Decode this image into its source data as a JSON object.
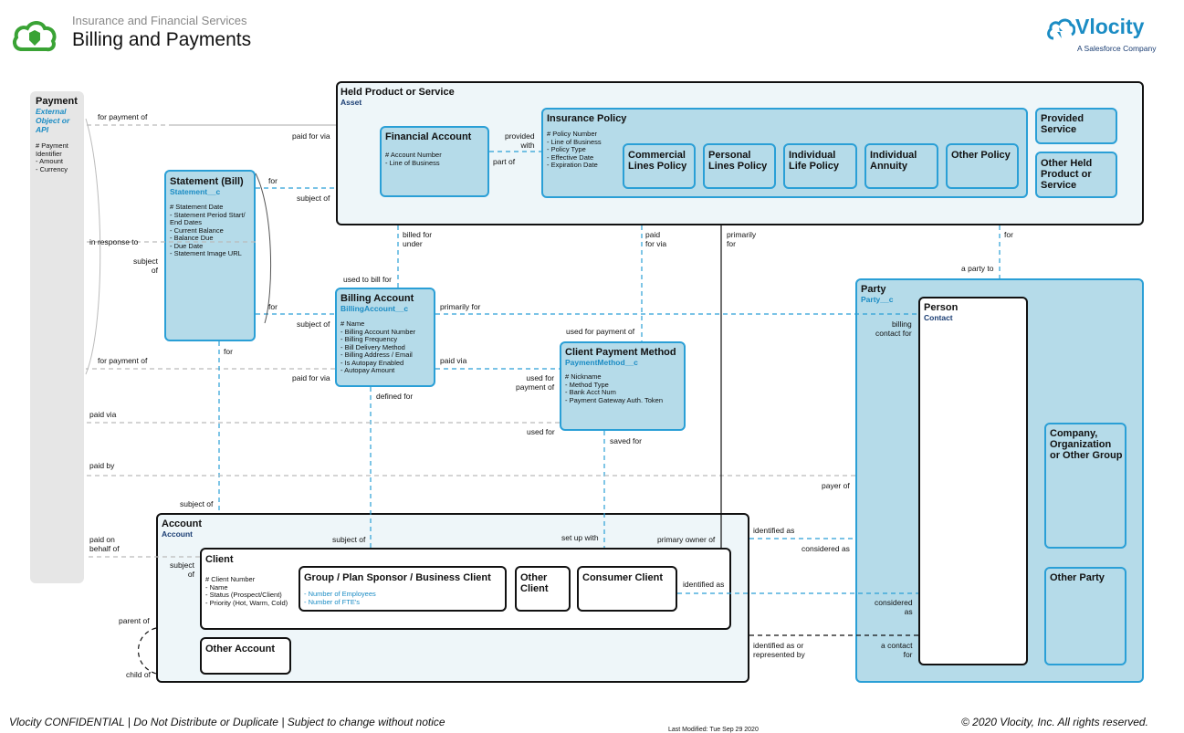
{
  "header": {
    "subtitle": "Insurance and Financial Services",
    "title": "Billing and Payments",
    "logo_text": "Vlocity",
    "logo_tagline": "A Salesforce Company"
  },
  "footer": {
    "confidential": "Vlocity CONFIDENTIAL | Do Not Distribute or Duplicate | Subject to change without notice",
    "last_modified": "Last Modified: Tue Sep 29 2020",
    "copyright": "© 2020 Vlocity, Inc. All rights reserved."
  },
  "colors": {
    "accent": "#2a9fd6",
    "fill": "#b5dbe9",
    "pale": "#eef6f9",
    "payment_bg": "#e6e6e6"
  },
  "entities": {
    "payment": {
      "title": "Payment",
      "api": "External\nObject or\nAPI",
      "fields": "# Payment\nIdentifier\n- Amount\n- Currency"
    },
    "held_product": {
      "title": "Held Product or Service",
      "api": "Asset"
    },
    "financial_account": {
      "title": "Financial Account",
      "fields": "# Account Number\n- Line of Business"
    },
    "insurance_policy": {
      "title": "Insurance Policy",
      "fields": "# Policy Number\n- Line of Business\n- Policy Type\n- Effective Date\n- Expiration Date"
    },
    "commercial_lines": {
      "title": "Commercial Lines Policy"
    },
    "personal_lines": {
      "title": "Personal Lines Policy"
    },
    "individual_life": {
      "title": "Individual Life Policy"
    },
    "individual_annuity": {
      "title": "Individual Annuity"
    },
    "other_policy": {
      "title": "Other Policy"
    },
    "provided_service": {
      "title": "Provided Service"
    },
    "other_held": {
      "title": "Other Held Product or Service"
    },
    "statement": {
      "title": "Statement (Bill)",
      "api": "Statement__c",
      "fields": "# Statement Date\n- Statement Period Start/\nEnd Dates\n- Current Balance\n- Balance Due\n- Due Date\n- Statement Image URL"
    },
    "billing_account": {
      "title": "Billing Account",
      "api": "BillingAccount__c",
      "fields": "# Name\n- Billing Account Number\n- Billing Frequency\n- Bill Delivery Method\n- Billing Address / Email\n- Is Autopay Enabled\n- Autopay Amount"
    },
    "client_payment_method": {
      "title": "Client Payment Method",
      "api": "PaymentMethod__c",
      "fields": "# Nickname\n- Method Type\n- Bank Acct Num\n- Payment Gateway Auth. Token"
    },
    "party": {
      "title": "Party",
      "api": "Party__c"
    },
    "person": {
      "title": "Person",
      "api": "Contact"
    },
    "company": {
      "title": "Company, Organization or Other Group"
    },
    "other_party": {
      "title": "Other Party"
    },
    "account": {
      "title": "Account",
      "api": "Account"
    },
    "client": {
      "title": "Client",
      "fields": "# Client Number\n- Name\n- Status (Prospect/Client)\n- Priority (Hot, Warm, Cold)"
    },
    "group_sponsor": {
      "title": "Group / Plan Sponsor / Business Client",
      "fields": "- Number of Employees\n- Number of FTE's"
    },
    "other_client": {
      "title": "Other Client"
    },
    "consumer_client": {
      "title": "Consumer Client"
    },
    "other_account": {
      "title": "Other Account"
    }
  },
  "relationships": {
    "for_payment_of_1": "for payment of",
    "paid_for_via_1": "paid for via",
    "for_1": "for",
    "subject_of_1": "subject of",
    "provided_with": "provided\nwith",
    "part_of": "part of",
    "in_response_to": "in response to",
    "subject_of_2": "subject\nof",
    "billed_for_under": "billed for\nunder",
    "paid_for_via_2": "paid\nfor via",
    "primarily_for_1": "primarily\nfor",
    "for_2": "for",
    "a_party_to": "a party to",
    "used_to_bill_for": "used to bill for",
    "for_3": "for",
    "subject_of_3": "subject of",
    "primarily_for_2": "primarily for",
    "billing_contact_for": "billing\ncontact for",
    "used_for_payment_of_1": "used for payment of",
    "for_4": "for",
    "for_payment_of_2": "for payment of",
    "paid_for_via_3": "paid for via",
    "paid_via_1": "paid via",
    "used_for_payment_of_2": "used for\npayment of",
    "defined_for": "defined for",
    "paid_via_2": "paid via",
    "used_for": "used for",
    "saved_for": "saved for",
    "paid_by": "paid by",
    "payer_of": "payer of",
    "subject_of_4": "subject of",
    "paid_on_behalf_of": "paid on\nbehalf of",
    "subject_of_5": "subject of",
    "set_up_with": "set up with",
    "primary_owner_of": "primary owner of",
    "identified_as_1": "identified as",
    "considered_as_1": "considered as",
    "subject_of_6": "subject\nof",
    "identified_as_2": "identified as",
    "considered_as_2": "considered\nas",
    "parent_of": "parent of",
    "child_of": "child of",
    "identified_as_or_represented_by": "identified as or\nrepresented by",
    "a_contact_for": "a contact\nfor"
  }
}
